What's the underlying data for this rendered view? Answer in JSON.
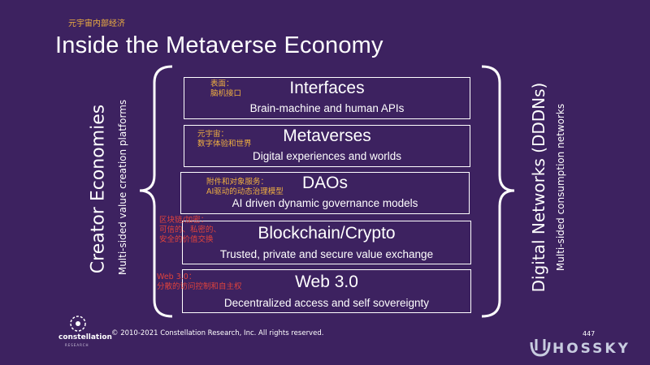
{
  "cn_title": "元宇宙内部经济",
  "title": "Inside the Metaverse Economy",
  "left_side": {
    "title": "Creator Economies",
    "subtitle": "Multi-sided value creation platforms"
  },
  "right_side": {
    "title": "Digital Networks (DDDNs)",
    "subtitle": "Multi-sided consumption networks"
  },
  "layers": [
    {
      "title": "Interfaces",
      "desc": "Brain-machine and human APIs",
      "note_lines": [
        "表面：",
        "脑机接口"
      ],
      "note_color": "orange"
    },
    {
      "title": "Metaverses",
      "desc": "Digital experiences and worlds",
      "note_lines": [
        "元宇宙：",
        "数字体验和世界"
      ],
      "note_color": "orange"
    },
    {
      "title": "DAOs",
      "desc": "AI driven dynamic governance models",
      "note_lines": [
        "附件和对象服务：",
        "AI驱动的动态治理模型"
      ],
      "note_color": "orange"
    },
    {
      "title": "Blockchain/Crypto",
      "desc": "Trusted, private and secure value exchange",
      "note_lines": [
        "区块链/加密：",
        "可信的、私密的、",
        "安全的价值交换"
      ],
      "note_color": "red"
    },
    {
      "title": "Web 3.0",
      "desc": "Decentralized access and self sovereignty",
      "note_lines": [
        "Web 3.0：",
        "分散的访问控制和自主权"
      ],
      "note_color": "red"
    }
  ],
  "footer": "© 2010-2021 Constellation Research, Inc. All rights reserved.",
  "page_number": "447",
  "logo": {
    "name": "constellation",
    "sub": "RESEARCH"
  },
  "watermark": "HOSSKY",
  "colors": {
    "background": "#3d2260",
    "note_orange": "#f0b040",
    "note_red": "#e0433c"
  }
}
